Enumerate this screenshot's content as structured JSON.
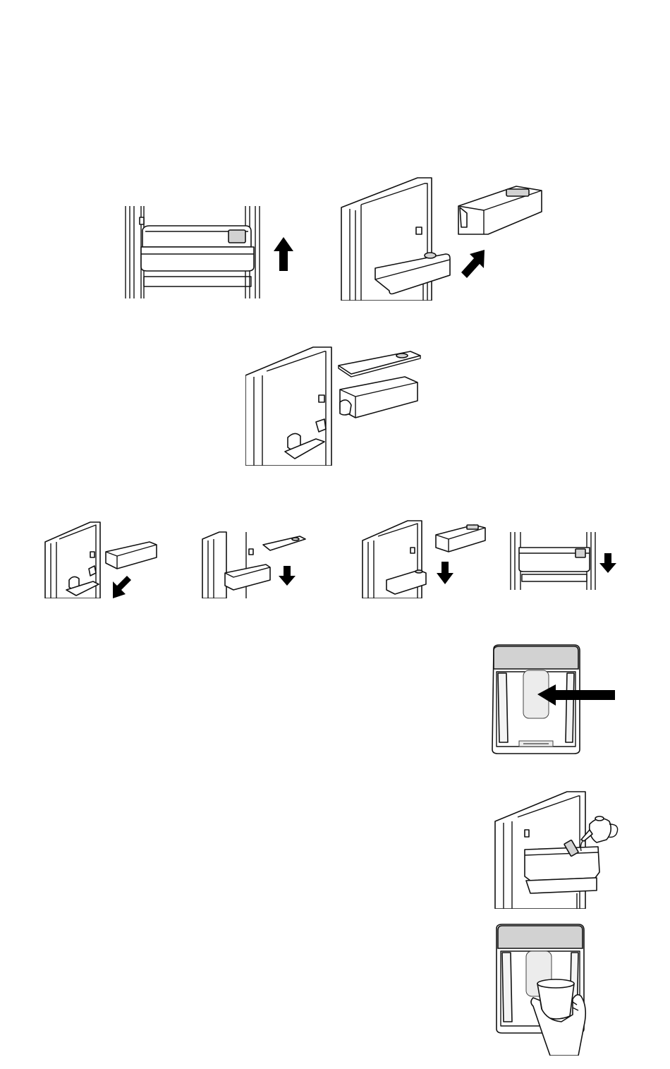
{
  "page": {
    "title": "",
    "background": "#ffffff"
  },
  "figures": [
    {
      "key": "shelf_front_lift",
      "icon": "shelf-lift-up-illustration"
    },
    {
      "key": "shelf_angle_remove",
      "icon": "shelf-remove-diagonal-illustration"
    },
    {
      "key": "reservoir_exploded",
      "icon": "reservoir-exploded-illustration"
    },
    {
      "key": "reinstall_reservoir",
      "icon": "reservoir-insert-illustration"
    },
    {
      "key": "reinstall_lid",
      "icon": "lid-lower-illustration"
    },
    {
      "key": "reinstall_bin",
      "icon": "bin-lower-illustration"
    },
    {
      "key": "reinstall_shelf",
      "icon": "shelf-lower-illustration"
    },
    {
      "key": "dispenser_press",
      "icon": "dispenser-paddle-illustration"
    },
    {
      "key": "fill_pitcher",
      "icon": "pitcher-fill-illustration"
    },
    {
      "key": "dispense_cup",
      "icon": "cup-dispense-illustration"
    }
  ],
  "colors": {
    "line": "#111111",
    "arrow": "#000000",
    "shade": "#d2d2d2"
  }
}
